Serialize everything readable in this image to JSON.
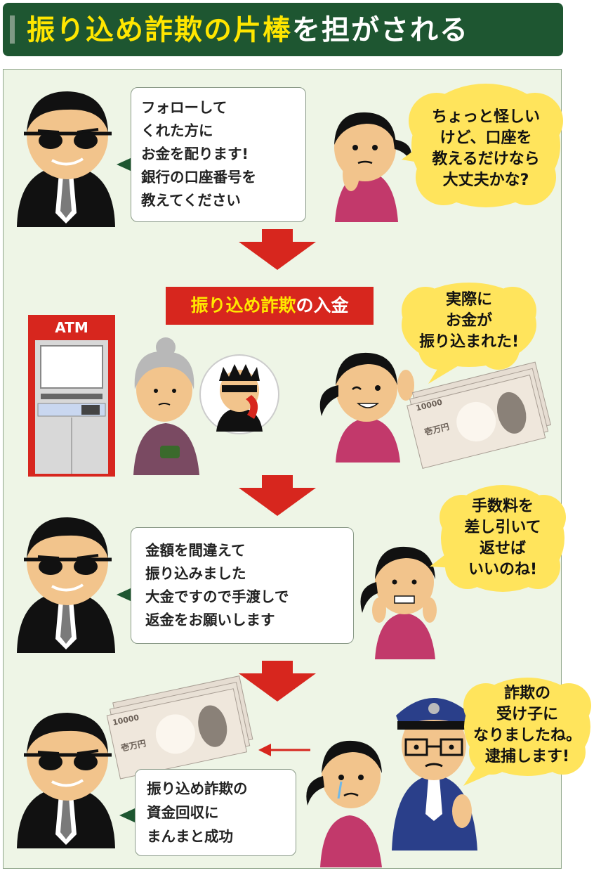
{
  "header": {
    "title_highlight": "振り込め詐欺の片棒",
    "title_rest": "を担がされる"
  },
  "step1": {
    "scammer_lines": [
      "フォローして",
      "くれた方に",
      "お金を配ります!",
      "銀行の口座番号を",
      "教えてください"
    ],
    "victim_thought": [
      "ちょっと怪しい",
      "けど、口座を",
      "教えるだけなら",
      "大丈夫かな?"
    ]
  },
  "step2": {
    "label_highlight": "振り込め詐欺",
    "label_rest": "の入金",
    "atm_label": "ATM",
    "victim_thought": [
      "実際に",
      "お金が",
      "振り込まれた!"
    ],
    "banknote_value": "10000",
    "banknote_mark": "壱万円"
  },
  "step3": {
    "scammer_lines": [
      "金額を間違えて",
      "振り込みました",
      "大金ですので手渡しで",
      "返金をお願いします"
    ],
    "victim_thought": [
      "手数料を",
      "差し引いて",
      "返せば",
      "いいのね!"
    ]
  },
  "step4": {
    "result_lines": [
      "振り込め詐欺の",
      "資金回収に",
      "まんまと成功"
    ],
    "police_thought": [
      "詐欺の",
      "受け子に",
      "なりましたね。",
      "逮捕します!"
    ]
  },
  "colors": {
    "header_green": "#1e5631",
    "title_yellow": "#ffe600",
    "arrow_red": "#d7261e",
    "panel_bg": "#eef5e6",
    "thought_yellow": "#ffe45c",
    "victim_shirt": "#c2396b"
  }
}
